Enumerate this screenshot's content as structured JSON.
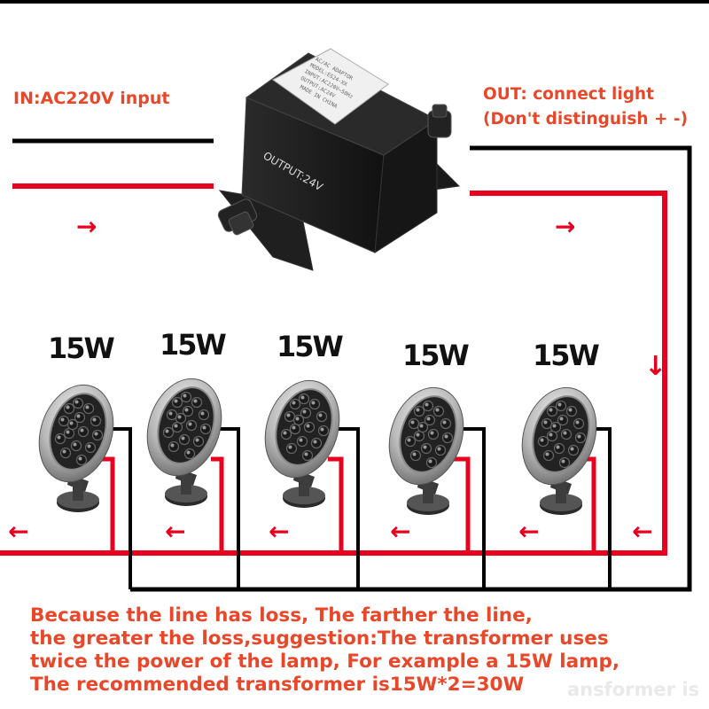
{
  "input_label": "IN:AC220V input",
  "output_label_1": "OUT: connect light",
  "output_label_2": "(Don't distinguish +   -)",
  "transformer_label": "OUTPUT:24V",
  "lamps": [
    {
      "watt": "15W"
    },
    {
      "watt": "15W"
    },
    {
      "watt": "15W"
    },
    {
      "watt": "15W"
    },
    {
      "watt": "15W"
    }
  ],
  "note_lines": [
    "Because the line has loss, The farther the line,",
    "the greater the loss,suggestion:The transformer uses",
    "twice the power of the lamp, For example a 15W lamp,",
    "The recommended transformer is15W*2=30W"
  ],
  "ghost_text": "ansformer is",
  "colors": {
    "accent": "#e8472a",
    "wire_red": "#e8001f",
    "wire_black": "#000000"
  },
  "icons": {
    "arrow_right": "→",
    "arrow_down": "↓",
    "arrow_left": "←"
  }
}
